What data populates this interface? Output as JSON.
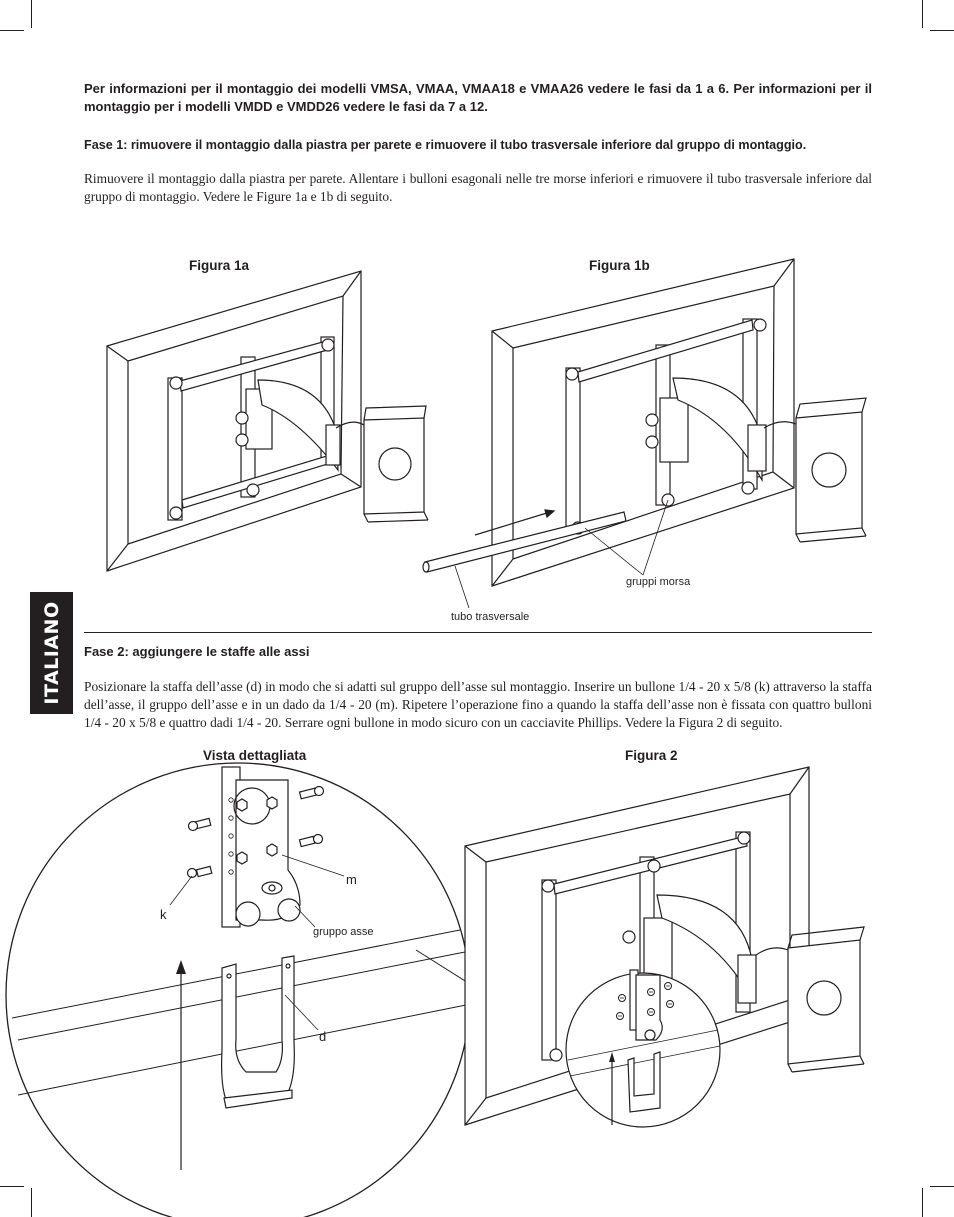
{
  "intro": "Per informazioni per il montaggio dei modelli VMSA, VMAA, VMAA18 e VMAA26 vedere le fasi da 1 a 6. Per informazioni per il montaggio per i modelli VMDD e VMDD26 vedere le fasi da 7 a 12.",
  "step1": {
    "heading": "Fase 1: rimuovere il montaggio dalla piastra per parete e rimuovere il tubo trasversale inferiore dal gruppo di montaggio.",
    "body": "Rimuovere il montaggio dalla piastra per parete. Allentare i bulloni esagonali nelle tre morse inferiori e rimuovere il tubo trasversale inferiore dal gruppo di montaggio. Vedere le Figure 1a e 1b di seguito."
  },
  "figure1a": {
    "label": "Figura 1a"
  },
  "figure1b": {
    "label": "Figura 1b",
    "callout_clamps": "gruppi morsa",
    "callout_tube": "tubo trasversale"
  },
  "side_tab": "ITALIANO",
  "step2": {
    "heading": "Fase 2: aggiungere le staffe alle assi",
    "body": "Posizionare la staffa dell’asse (d) in modo che si adatti sul gruppo dell’asse sul montaggio. Inserire un bullone 1/4 - 20 x 5/8 (k) attraverso la staffa dell’asse, il gruppo dell’asse e in un dado da 1/4 - 20 (m). Ripetere l’operazione fino a quando la staffa dell’asse non è fissata con quattro bulloni 1/4 - 20 x 5/8 e quattro dadi 1/4 - 20. Serrare ogni bullone in modo sicuro con un cacciavite Phillips. Vedere la Figura 2 di seguito."
  },
  "detail_view": {
    "label": "Vista dettagliata",
    "callout_m": "m",
    "callout_k": "k",
    "callout_axle": "gruppo asse",
    "callout_d": "d"
  },
  "figure2": {
    "label": "Figura 2"
  }
}
